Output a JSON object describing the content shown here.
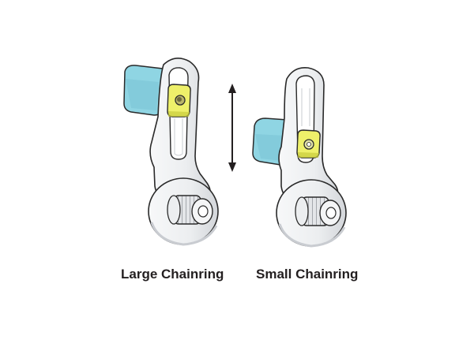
{
  "captions": {
    "large": "Large Chainring",
    "small": "Small Chainring"
  },
  "icons": {
    "arrow": "double-headed-vertical-arrow"
  },
  "colors": {
    "outline": "#2a2a2a",
    "body": "#f1f2f4",
    "shade": "#c9ccd1",
    "lever": "#8fd5e3",
    "lever_shade": "#6cb9ca",
    "slider": "#eef06a",
    "slider_shade": "#c9cc3d",
    "text": "#231f20"
  }
}
